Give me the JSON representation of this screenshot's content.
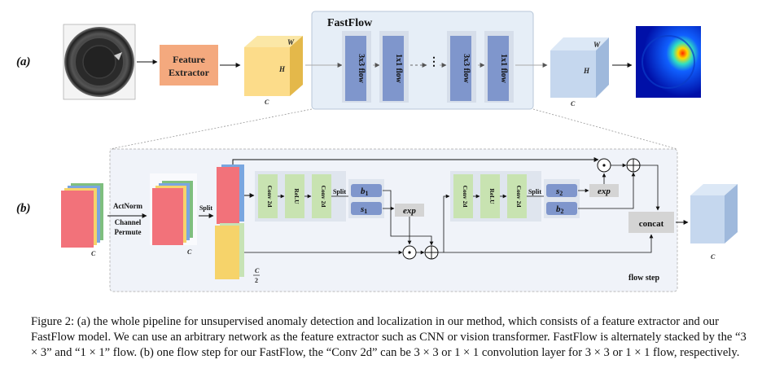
{
  "labels": {
    "a": "(a)",
    "b": "(b)"
  },
  "panel_a": {
    "feature_extractor": [
      "Feature",
      "Extractor"
    ],
    "fastflow_title": "FastFlow",
    "flows": [
      "3x3 flow",
      "1x1 flow",
      "3x3 flow",
      "1x1 flow"
    ],
    "cube_w": "W",
    "cube_h": "H",
    "cube_c": "C"
  },
  "panel_b": {
    "actnorm": "ActNorm",
    "channel_permute": [
      "Channel",
      "Permute"
    ],
    "split": "Split",
    "conv2d": "Conv 2d",
    "relu": "ReLU",
    "b1": "b",
    "b1_sub": "1",
    "s1": "s",
    "s1_sub": "1",
    "s2": "s",
    "s2_sub": "2",
    "b2": "b",
    "b2_sub": "2",
    "exp": "exp",
    "concat": "concat",
    "flow_step": "flow step",
    "c": "C",
    "c_half_num": "C",
    "c_half_den": "2"
  },
  "caption": "Figure 2: (a) the whole pipeline for unsupervised anomaly detection and localization in our method, which consists of a feature extractor and our FastFlow model. We can use an arbitrary network as the feature extractor such as CNN or vision transformer. FastFlow is alternately stacked by the “3 × 3” and “1 × 1” flow. (b) one flow step for our FastFlow, the “Conv 2d” can be 3 × 3 or 1 × 1 convolution layer for 3 × 3 or 1 × 1 flow, respectively.",
  "colors": {
    "feature_extractor": "#f4a97e",
    "flow_block": "#7f96cc",
    "fastflow_bg": "#e6eef7",
    "conv_green": "#c8e3b1",
    "cube_yellow": "#fcdc8a",
    "cube_blue": "#c5d7ee",
    "concat_gray": "#d4d4d4"
  }
}
